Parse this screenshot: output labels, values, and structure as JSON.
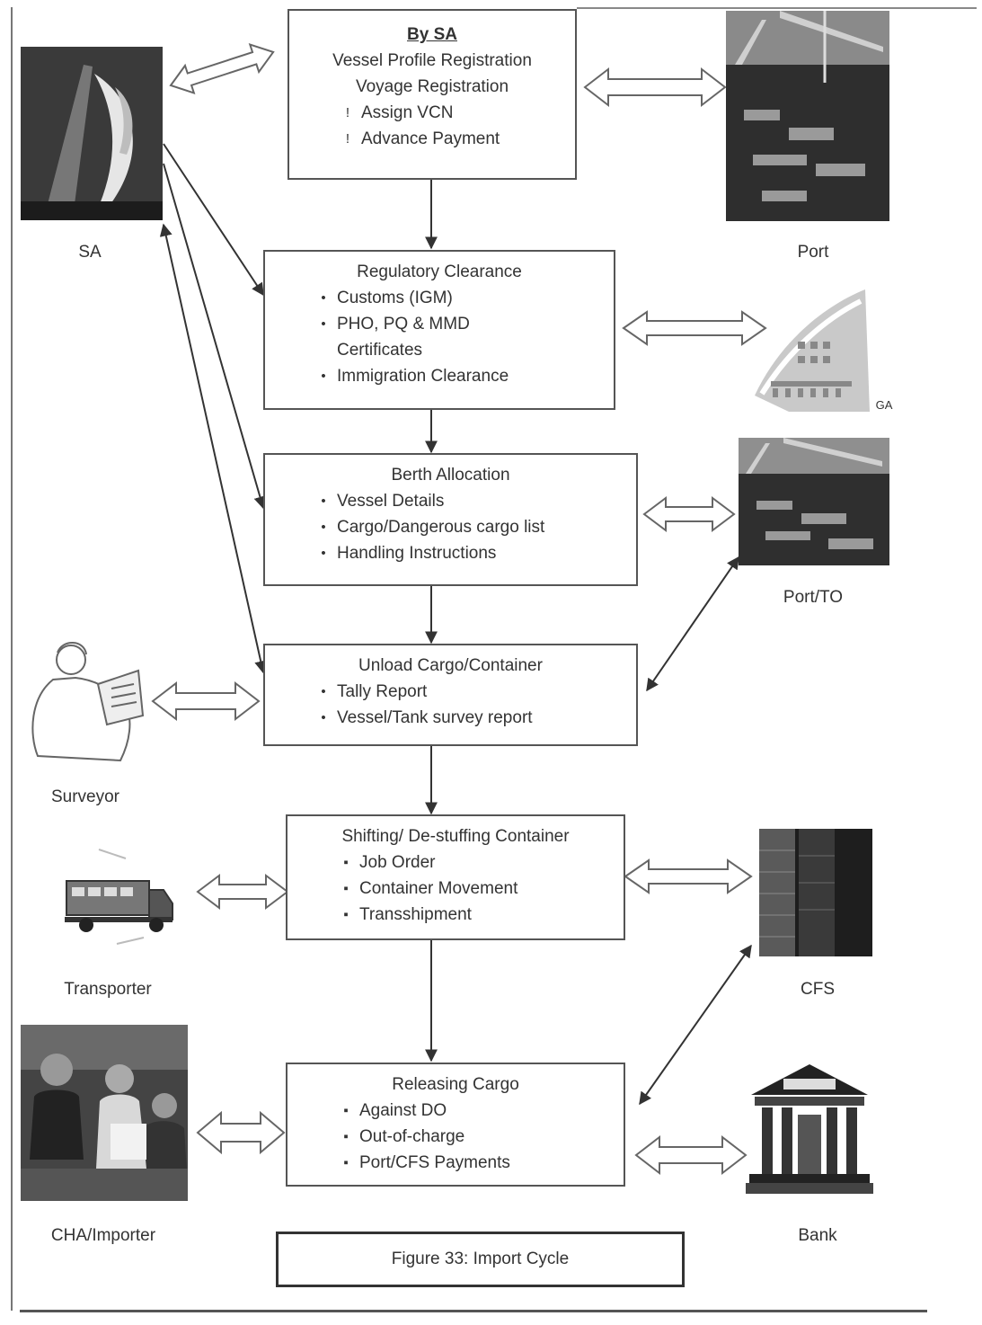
{
  "boxes": {
    "vessel": {
      "title": "By SA",
      "lines": [
        "Vessel Profile Registration",
        "Voyage Registration"
      ],
      "items": [
        "Assign VCN",
        "Advance Payment"
      ],
      "marker": "!"
    },
    "regulatory": {
      "title": "Regulatory Clearance",
      "items": [
        "Customs (IGM)",
        "PHO, PQ & MMD",
        "Immigration Clearance"
      ],
      "continuation": "Certificates",
      "marker": "•"
    },
    "berth": {
      "title": "Berth Allocation",
      "items": [
        "Vessel Details",
        "Cargo/Dangerous cargo list",
        "Handling Instructions"
      ],
      "marker": "•"
    },
    "unload": {
      "title": "Unload Cargo/Container",
      "items": [
        "Tally Report",
        "Vessel/Tank survey report"
      ],
      "marker": "•"
    },
    "shifting": {
      "title": "Shifting/ De-stuffing Container",
      "items": [
        "Job Order",
        "Container Movement",
        "Transshipment"
      ],
      "marker": "▪"
    },
    "releasing": {
      "title": "Releasing Cargo",
      "items": [
        "Against DO",
        "Out-of-charge",
        "Port/CFS Payments"
      ],
      "marker": "▪"
    }
  },
  "actors": {
    "sa": {
      "label": "SA",
      "icon": "sailing-ship-icon"
    },
    "port": {
      "label": "Port",
      "icon": "port-crane-icon"
    },
    "govt": {
      "label": "GA",
      "icon": "government-building-icon"
    },
    "port_to": {
      "label": "Port/TO",
      "icon": "port-crane-icon"
    },
    "surveyor": {
      "label": "Surveyor",
      "icon": "surveyor-icon"
    },
    "transporter": {
      "label": "Transporter",
      "icon": "truck-icon"
    },
    "cfs": {
      "label": "CFS",
      "icon": "container-stack-icon"
    },
    "cha": {
      "label": "CHA/Importer",
      "icon": "people-icon"
    },
    "bank": {
      "label": "Bank",
      "icon": "bank-icon"
    }
  },
  "caption": "Figure 33: Import Cycle"
}
